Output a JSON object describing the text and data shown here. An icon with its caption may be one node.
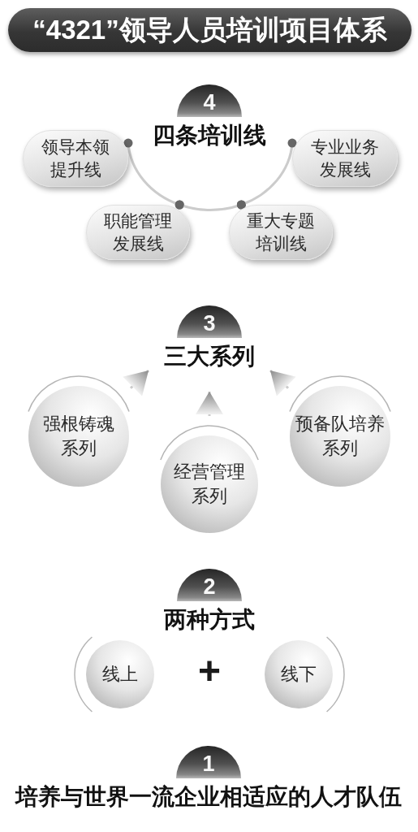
{
  "diagram": {
    "title": "“4321”领导人员培训项目体系",
    "nodes": [
      {
        "text": [
          "4",
          "四条培训线"
        ]
      },
      {
        "text": [
          "领导本领提升线"
        ]
      },
      {
        "text": [
          "专业业务发展线"
        ]
      },
      {
        "text": [
          "职能管理发展线"
        ]
      },
      {
        "text": [
          "重大专题培训线"
        ]
      },
      {
        "text": [
          "3",
          "三大系列"
        ]
      },
      {
        "text": [
          "强根铸魂系列"
        ]
      },
      {
        "text": [
          "经营管理系列"
        ]
      },
      {
        "text": [
          "预备队培养系列"
        ]
      },
      {
        "text": [
          "2",
          "两种方式"
        ]
      },
      {
        "text": [
          "线上"
        ]
      },
      {
        "text": [
          "线下"
        ]
      },
      {
        "text": [
          "1",
          "培养与世界一流企业相适应的人才队伍"
        ]
      }
    ],
    "edges": [
      {
        "from": 1,
        "to": 3,
        "arrow": "other"
      },
      {
        "from": 3,
        "to": 4,
        "arrow": "other"
      },
      {
        "from": 4,
        "to": 2,
        "arrow": "other"
      },
      {
        "from": 6,
        "to": 5,
        "arrow": "to"
      },
      {
        "from": 7,
        "to": 5,
        "arrow": "to"
      },
      {
        "from": 8,
        "to": 5,
        "arrow": "to"
      }
    ],
    "labels": [
      "+"
    ]
  }
}
